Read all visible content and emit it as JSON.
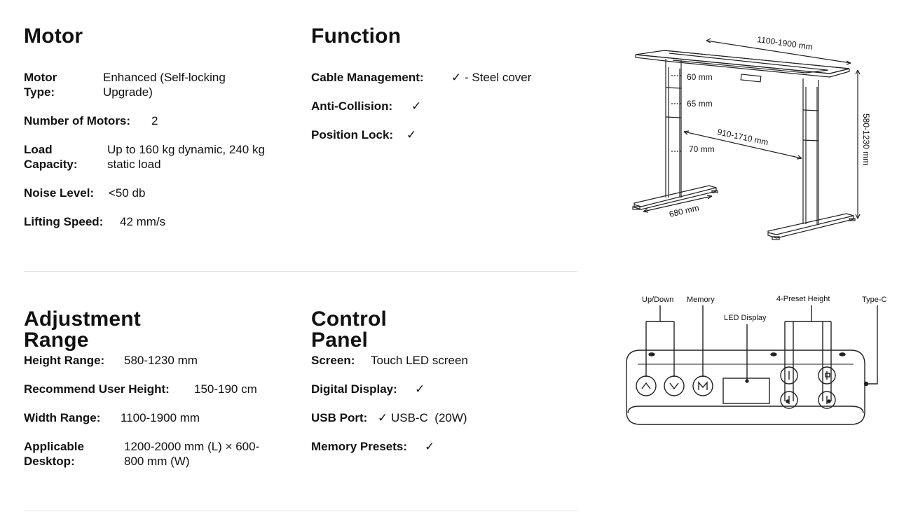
{
  "motor": {
    "title": "Motor",
    "rows": [
      {
        "label": "Motor\nType:",
        "value": "Enhanced (Self-locking\nUpgrade)"
      },
      {
        "label": "Number of Motors:",
        "value": "2"
      },
      {
        "label": "Load\nCapacity:",
        "value": "Up to 160 kg dynamic, 240 kg\nstatic load"
      },
      {
        "label": "Noise Level:",
        "value": "<50 db"
      },
      {
        "label": "Lifting Speed:",
        "value": "42 mm/s"
      }
    ]
  },
  "function": {
    "title": "Function",
    "rows": [
      {
        "label": "Cable Management:",
        "value": "✓ - Steel cover"
      },
      {
        "label": "Anti-Collision:",
        "value": "✓"
      },
      {
        "label": "Position Lock:",
        "value": "✓"
      }
    ]
  },
  "adjustment": {
    "title": "Adjustment Range",
    "rows": [
      {
        "label": "Height Range:",
        "value": "580-1230 mm"
      },
      {
        "label": "Recommend User Height:",
        "value": "150-190 cm"
      },
      {
        "label": "Width Range:",
        "value": "1100-1900 mm"
      },
      {
        "label": "Applicable\nDesktop:",
        "value": "1200-2000 mm (L) × 600-\n800 mm (W)"
      }
    ]
  },
  "control_panel": {
    "title": "Control Panel",
    "rows": [
      {
        "label": "Screen:",
        "value": "Touch LED screen"
      },
      {
        "label": "Digital Display:",
        "value": "✓"
      },
      {
        "label": "USB Port:",
        "value": "✓ USB-C  (20W)"
      },
      {
        "label": "Memory Presets:",
        "value": "✓"
      }
    ]
  },
  "desk_diagram": {
    "width_label": "1100-1900 mm",
    "height_label": "580-1230 mm",
    "inner_width_label": "910-1710 mm",
    "foot_label": "680 mm",
    "segment_labels": [
      "60 mm",
      "65 mm",
      "70 mm"
    ]
  },
  "panel_diagram": {
    "labels": {
      "up_down": "Up/Down",
      "memory": "Memory",
      "led_display": "LED Display",
      "preset_height": "4-Preset Height",
      "type_c": "Type-C"
    }
  }
}
